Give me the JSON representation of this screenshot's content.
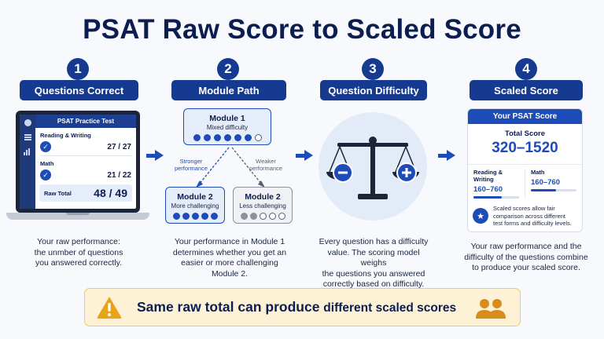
{
  "title": "PSAT Raw Score to Scaled Score",
  "colors": {
    "navy": "#163a8f",
    "blue": "#1d4bb8",
    "warning": "#e8a317",
    "banner_bg": "#fdf1d6"
  },
  "steps": [
    {
      "number": "1",
      "label": "Questions Correct"
    },
    {
      "number": "2",
      "label": "Module Path"
    },
    {
      "number": "3",
      "label": "Question Difficulty"
    },
    {
      "number": "4",
      "label": "Scaled Score"
    }
  ],
  "laptop": {
    "header": "PSAT Practice Test",
    "reading_label": "Reading & Writing",
    "reading_score": "27 / 27",
    "math_label": "Math",
    "math_score": "21 / 22",
    "raw_total_label": "Raw Total",
    "raw_total_value": "48 / 49"
  },
  "descriptions": {
    "step1": [
      "Your raw performance:",
      "the unmber of questions",
      "you answered correctly."
    ],
    "step2": [
      "Your performance in Module 1",
      "determines whether you get an",
      "easier or more challenging",
      "Module 2."
    ],
    "step3": [
      "Every question has a difficulty",
      "value. The scoring model weighs",
      "the questions you answered",
      "correctly based on difficulty."
    ],
    "step4": [
      "Your raw performance and the",
      "difficulty of the questions combine",
      "to produce your scaled score."
    ]
  },
  "modules": {
    "module1": {
      "title": "Module 1",
      "subtitle": "Mixed difficulty"
    },
    "module2_hard": {
      "title": "Module 2",
      "subtitle": "More challenging"
    },
    "module2_easy": {
      "title": "Module 2",
      "subtitle": "Less challenging"
    },
    "stronger": [
      "Stronger",
      "performance"
    ],
    "weaker": [
      "Weaker",
      "performance"
    ]
  },
  "score_card": {
    "header": "Your PSAT Score",
    "total_label": "Total Score",
    "total_range": "320–1520",
    "rw_label": "Reading & Writing",
    "rw_range": "160–760",
    "rw_fill": 0.62,
    "math_label": "Math",
    "math_range": "160–760",
    "math_fill": 0.55,
    "note": [
      "Scaled scores allow fair",
      "comparison across different",
      "test forms and difficulty levels."
    ]
  },
  "banner": {
    "text_main": "Same raw total can produce ",
    "text_rest": "different scaled scores"
  }
}
